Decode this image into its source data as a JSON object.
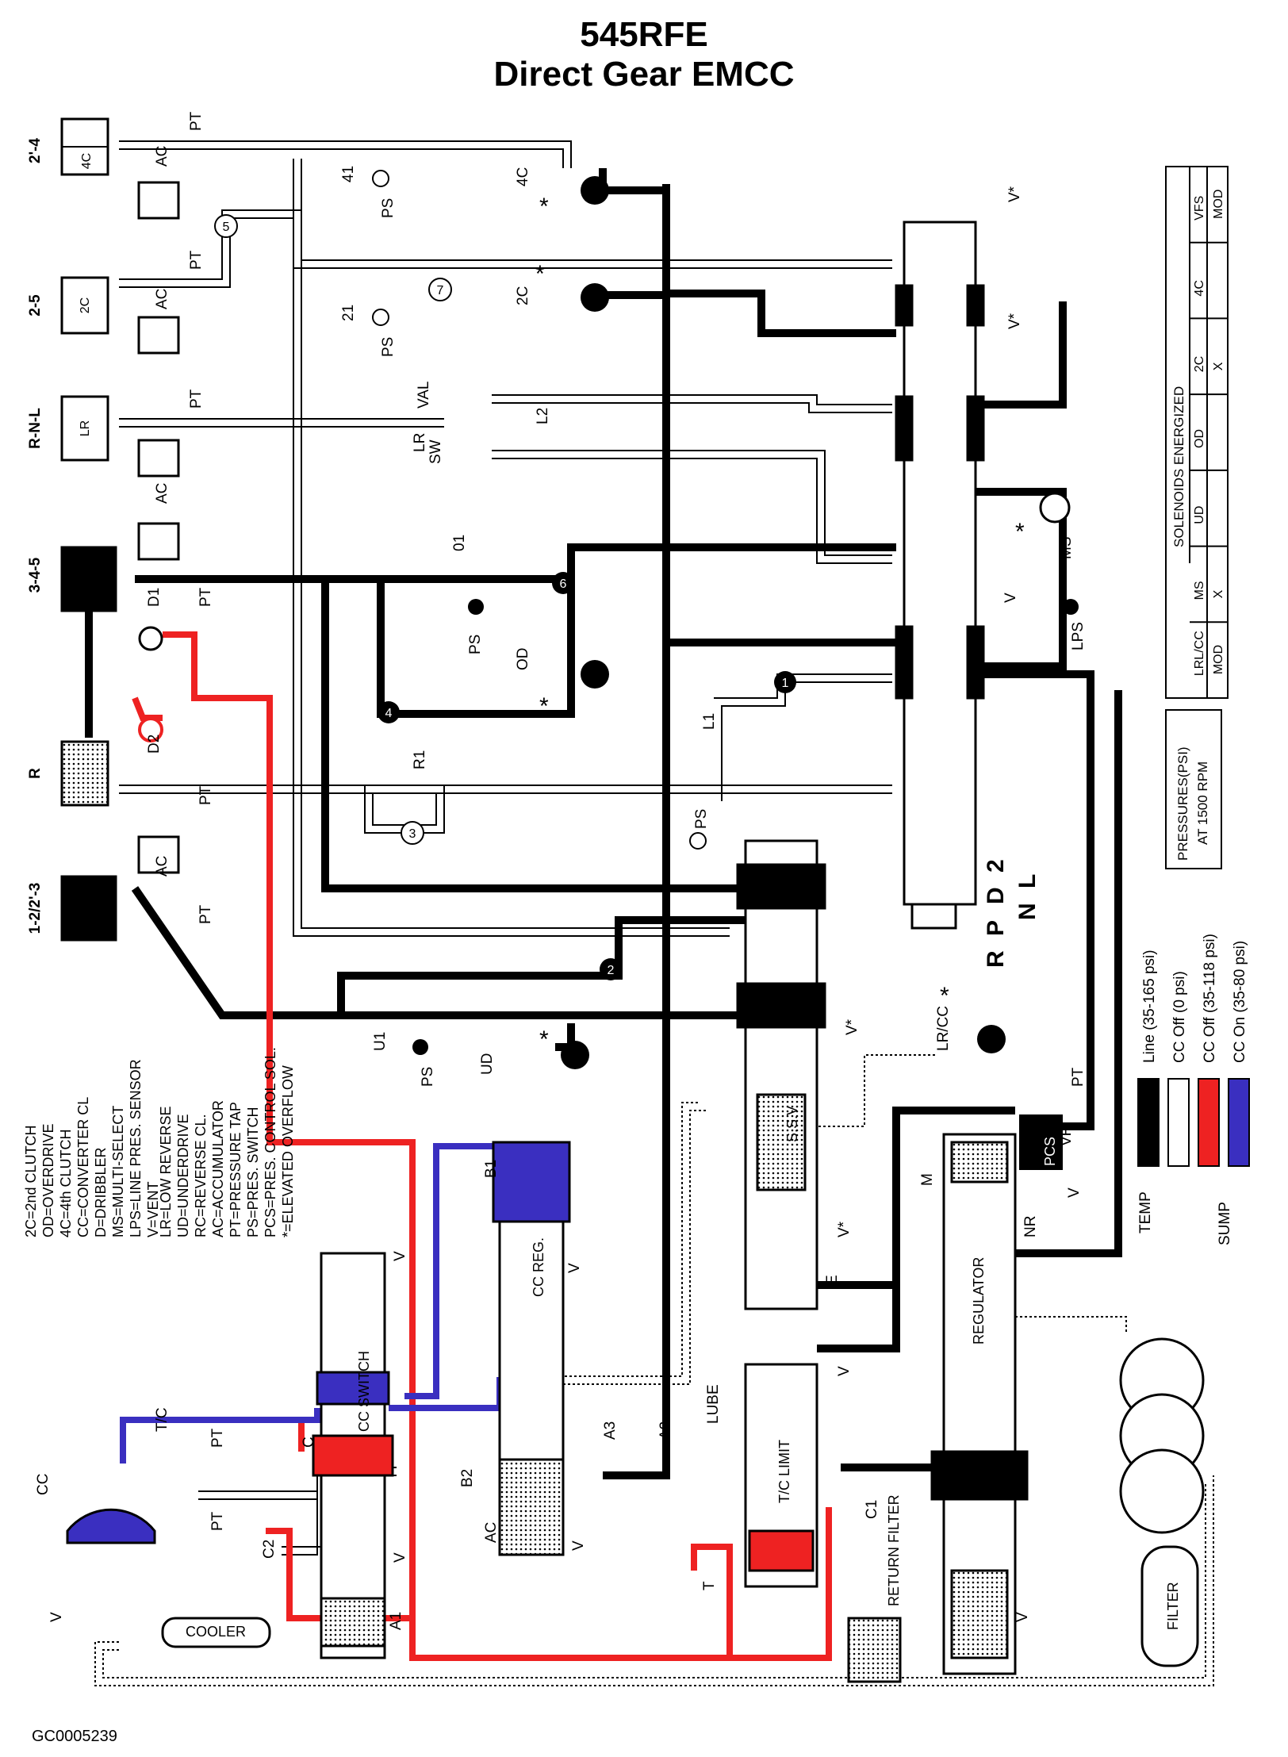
{
  "title": "545RFE",
  "subtitle": "Direct Gear EMCC",
  "footer_code": "GC0005239",
  "colors": {
    "line": "#000000",
    "cc_off_zero": "#ffffff",
    "cc_off_pressure": "#ee2222",
    "cc_on": "#3a2fc0",
    "outline": "#000000"
  },
  "clutches": [
    {
      "gear": "2'-4",
      "name": "4C"
    },
    {
      "gear": "2-5",
      "name": "2C"
    },
    {
      "gear": "R-N-L",
      "name": "LR"
    },
    {
      "gear": "3-4-5",
      "name": "OD"
    },
    {
      "gear": "R",
      "name": "RC"
    },
    {
      "gear": "1-2/2'-3",
      "name": "UD"
    }
  ],
  "labels": {
    "pt": "PT",
    "ac": "AC",
    "ps": "PS",
    "v": "V",
    "vstar": "V*",
    "d1": "D1",
    "d2": "D2",
    "r1": "R1",
    "o1": "01",
    "l1": "L1",
    "l2": "L2",
    "u1": "U1",
    "n21": "21",
    "n41": "41",
    "val": "VAL",
    "lr": "LR",
    "sw": "SW",
    "sol_4c": "4C",
    "sol_2c": "2C",
    "sol_od": "OD",
    "sol_ud": "UD",
    "sol_ms": "MS",
    "lps": "LPS",
    "lrcc": "LR/CC",
    "ssv": "S.S.V",
    "pcs": "PCS",
    "vf": "VF",
    "m": "M",
    "nr": "NR",
    "e": "E",
    "regulator": "REGULATOR",
    "ccreg": "CC REG.",
    "b1": "B1",
    "b2": "B2",
    "a1": "A1",
    "a2": "A2",
    "a3": "A3",
    "ccswitch": "CC SWITCH",
    "tc": "T/C",
    "c": "C",
    "cc": "CC",
    "c1": "C1",
    "c2": "C2",
    "tclimit": "T/C LIMIT",
    "lube": "LUBE",
    "t": "T",
    "return_filter": "RETURN FILTER",
    "filter": "FILTER",
    "cooler": "COOLER",
    "temp": "TEMP",
    "sump": "SUMP",
    "star": "*",
    "manual_positions": [
      "R",
      "P",
      "D",
      "2",
      "N",
      "L"
    ]
  },
  "legend_abbrev": [
    "2C=2nd CLUTCH",
    "OD=OVERDRIVE",
    "4C=4th CLUTCH",
    "CC=CONVERTER CL",
    "D=DRIBBLER",
    "MS=MULTI-SELECT",
    "LPS=LINE PRES. SENSOR",
    "V=VENT",
    "LR=LOW REVERSE",
    "UD=UNDERDRIVE",
    "RC=REVERSE CL.",
    "AC=ACCUMULATOR",
    "PT=PRESSURE TAP",
    "PS=PRES. SWITCH",
    "PCS=PRES. CONTROL SOL.",
    "*=ELEVATED OVERFLOW"
  ],
  "pressure_legend": [
    {
      "label": "Line (35-165 psi)",
      "color": "#000000"
    },
    {
      "label": "CC Off (0 psi)",
      "color": "#ffffff"
    },
    {
      "label": "CC Off (35-118 psi)",
      "color": "#ee2222"
    },
    {
      "label": "CC On (35-80 psi)",
      "color": "#3a2fc0"
    }
  ],
  "pressures_box": {
    "line1": "PRESSURES(PSI)",
    "line2": "AT 1500 RPM"
  },
  "solenoid_table": {
    "header": "SOLENOIDS ENERGIZED",
    "columns": [
      {
        "name": "LRL/CC",
        "value": "MOD"
      },
      {
        "name": "MS",
        "value": "X"
      },
      {
        "name": "UD",
        "value": ""
      },
      {
        "name": "OD",
        "value": ""
      },
      {
        "name": "2C",
        "value": "X"
      },
      {
        "name": "4C",
        "value": ""
      },
      {
        "name": "VFS",
        "value": "MOD"
      }
    ]
  }
}
